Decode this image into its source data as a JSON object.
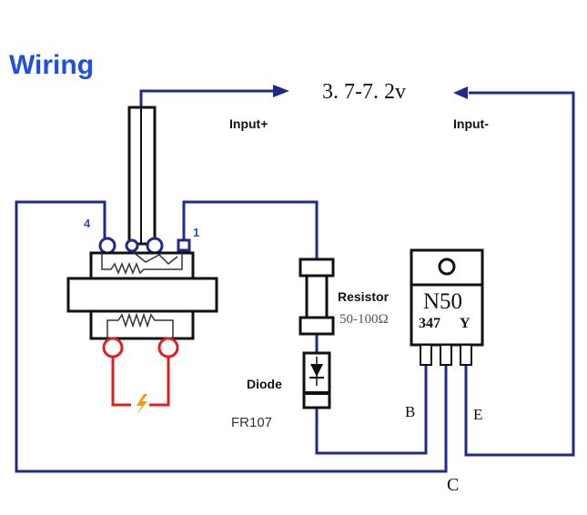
{
  "title": "Wiring",
  "supply": {
    "voltage": "3. 7-7. 2v",
    "input_plus": "Input+",
    "input_minus": "Input-"
  },
  "coil": {
    "pin_left": "4",
    "pin_right": "1"
  },
  "resistor": {
    "label": "Resistor",
    "value": "50-100Ω"
  },
  "diode": {
    "label": "Diode",
    "part": "FR107"
  },
  "transistor": {
    "part": "N50",
    "code": "347",
    "grade": "Y",
    "pin_b": "B",
    "pin_e": "E",
    "pin_c": "C"
  },
  "colors": {
    "wire": "#1f2a8a",
    "title": "#1f4fe0",
    "spark_wire": "#e02020",
    "spark": "#ff9900"
  }
}
